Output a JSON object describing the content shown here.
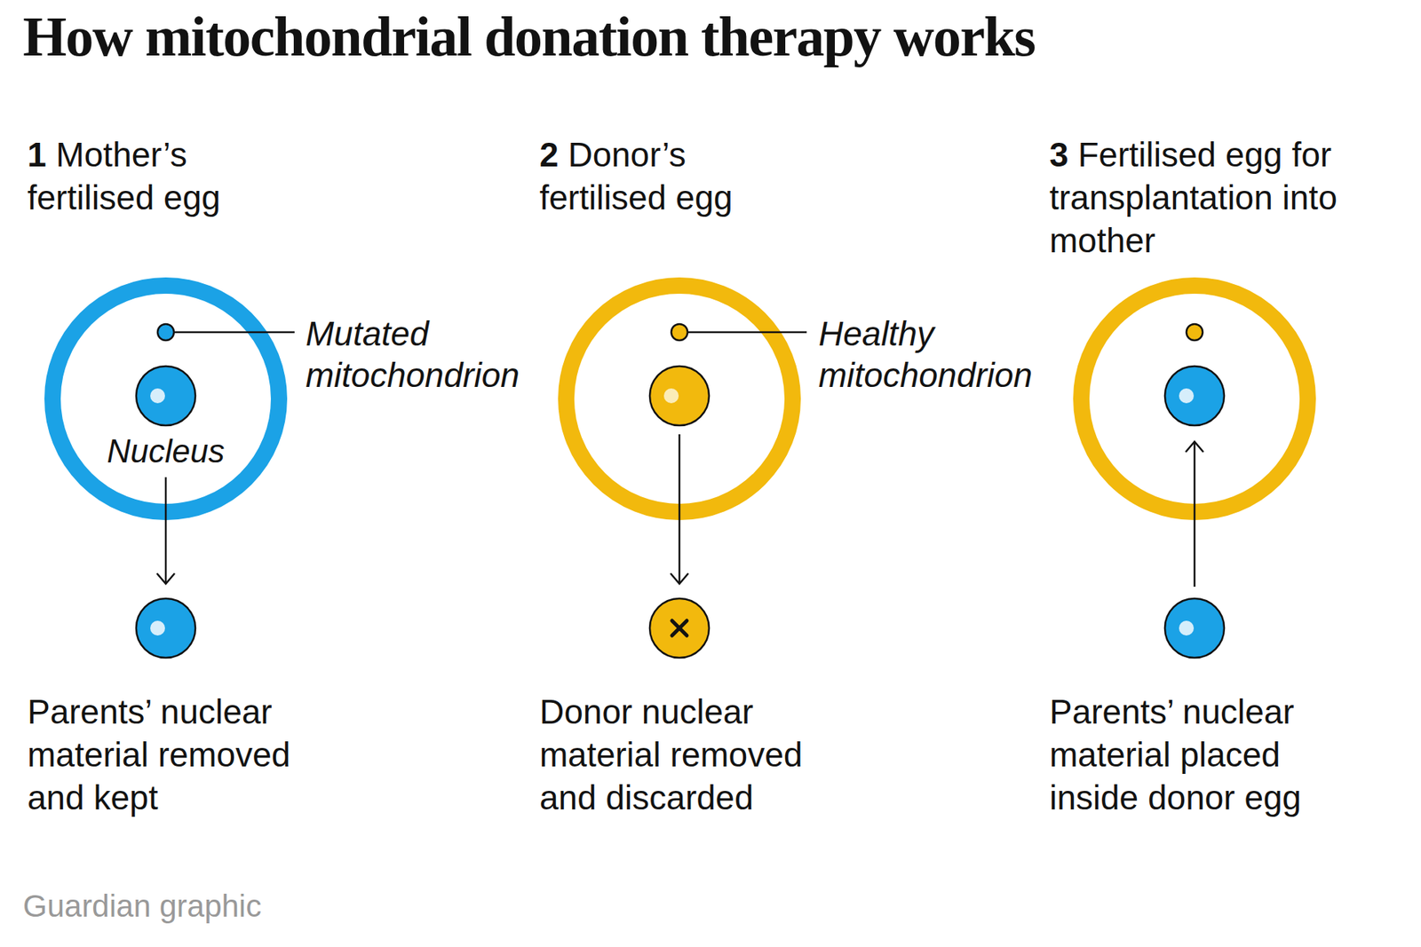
{
  "diagram": {
    "title": "How mitochondrial donation therapy works",
    "nodes": [
      {
        "text": [
          "1",
          "Mother’s fertilised egg"
        ]
      },
      {
        "text": [
          "Nucleus"
        ],
        "in": 0
      },
      {
        "text": [
          "Parents’ nuclear material removed and kept"
        ]
      },
      {
        "text": [
          "2",
          "Donor’s fertilised egg"
        ]
      },
      {
        "text": [],
        "in": 3
      },
      {
        "text": [
          "Donor nuclear material removed and discarded"
        ]
      },
      {
        "text": [
          "3",
          "Fertilised egg for transplantation into mother"
        ]
      },
      {
        "text": [],
        "in": 6
      },
      {
        "text": [
          "Parents’ nuclear material placed inside donor egg"
        ]
      }
    ],
    "edges": [
      {
        "from": 1,
        "to": 2,
        "arrow": "to"
      },
      {
        "from": 4,
        "to": 5,
        "arrow": "to"
      },
      {
        "from": 8,
        "to": 7,
        "arrow": "to"
      }
    ],
    "labels": [
      "Mutated mitochondrion",
      "Healthy mitochondrion",
      "Guardian graphic"
    ]
  }
}
